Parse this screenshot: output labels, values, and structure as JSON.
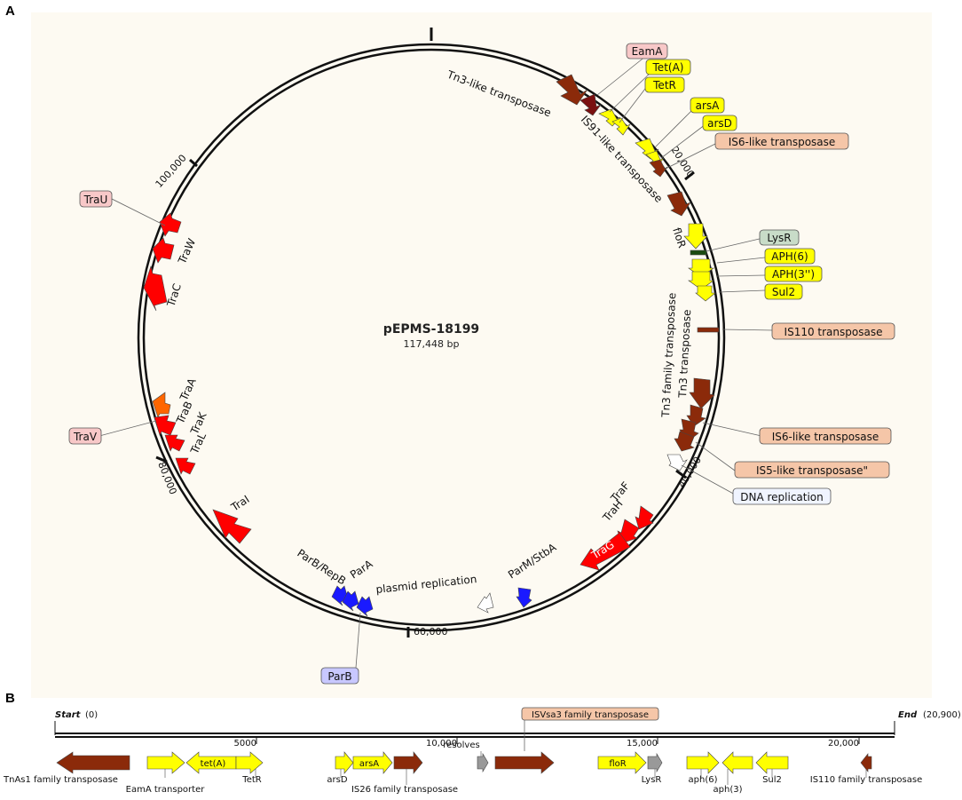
{
  "panel_labels": {
    "a": "A",
    "b": "B"
  },
  "plasmid": {
    "name": "pEPMS-18199",
    "size": "117,448 bp"
  },
  "ticks": {
    "t20000": "20,000",
    "t40000": "40,000",
    "t60000": "60,000",
    "t80000": "80,000",
    "t100000": "100,000"
  },
  "colors": {
    "red": "#ff0000",
    "darkred": "#8b2a0a",
    "yellow": "#ffff00",
    "blue": "#1a1aff",
    "orange": "#ff6600",
    "white": "#ffffff"
  },
  "gene_labels": {
    "tn3like": "Tn3-like  transposase",
    "is91like": "IS91-like transposase",
    "flor": "floR",
    "tn3family": "Tn3 family transposase",
    "tn3": "Tn3 transposase",
    "traf": "TraF",
    "trah": "TraH",
    "trag": "TraG",
    "parm": "ParM/StbA",
    "plasmidrep": "plasmid replication",
    "para": "ParA",
    "parbrepb": "ParB/RepB",
    "trai": "TraI",
    "tral": "TraL",
    "trak": "TraK",
    "trab": "TraB",
    "traa": "TraA",
    "trac": "TraC",
    "traw": "TraW"
  },
  "box_labels": {
    "eama": "EamA",
    "teta": "Tet(A)",
    "tetr": "TetR",
    "arsa": "arsA",
    "arsd": "arsD",
    "is6a": "IS6-like transposase",
    "lysr": "LysR",
    "aph6": "APH(6)",
    "aph3": "APH(3'')",
    "sul2": "Sul2",
    "is110": "IS110 transposase",
    "is6b": "IS6-like transposase",
    "is5": "IS5-like  transposase\"",
    "dnarep": "DNA replication",
    "parb": "ParB",
    "trav": "TraV",
    "trau": "TraU"
  },
  "linear": {
    "start_label": "Start",
    "start_value": "(0)",
    "end_label": "End",
    "end_value": "(20,900)",
    "top_box": "ISVsa3 family transposase",
    "ticks": [
      "5000",
      "10,000",
      "15,000",
      "20,000"
    ],
    "in_arrow": {
      "teta": "tet(A)",
      "arsa": "arsA",
      "flor": "floR"
    },
    "bottom_labels": {
      "tnas1": "TnAs1 family transposase",
      "eama": "EamA transporter",
      "tetr": "TetR",
      "arsd": "arsD",
      "is26": "IS26 family transposase",
      "resolves": "resolves",
      "lysr": "LysR",
      "aph6": "aph(6)",
      "aph3": "aph(3)",
      "sul2": "Sul2",
      "is110": "IS110 family transposase"
    }
  }
}
